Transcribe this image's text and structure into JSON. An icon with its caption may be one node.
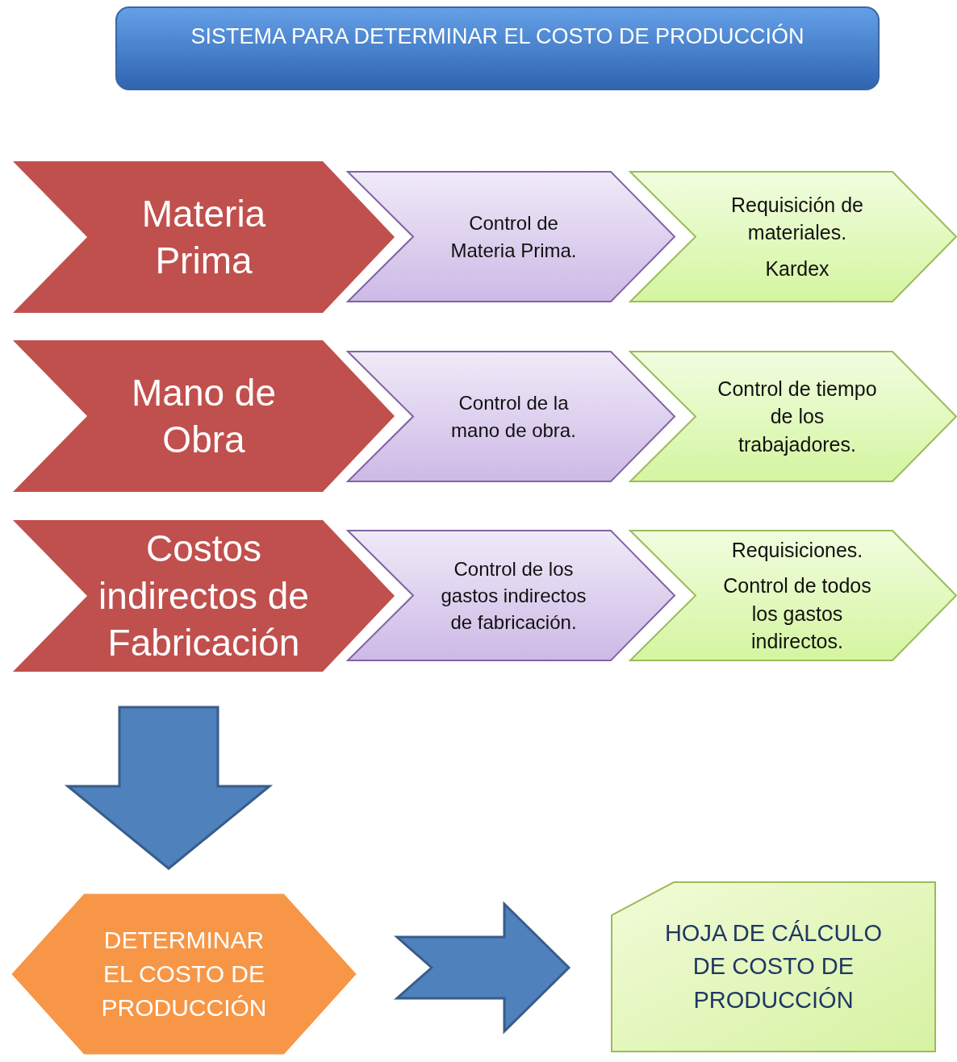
{
  "diagram": {
    "nodes": [
      {
        "text": [
          "SISTEMA PARA DETERMINAR EL COSTO DE PRODUCCIÓN"
        ]
      },
      {
        "text": [
          "Materia Prima"
        ]
      },
      {
        "text": [
          "Control de Materia Prima."
        ]
      },
      {
        "text": [
          "Requisición de materiales.",
          "Kardex"
        ]
      },
      {
        "text": [
          "Mano de Obra"
        ]
      },
      {
        "text": [
          "Control de la mano de obra."
        ]
      },
      {
        "text": [
          "Control de tiempo de los trabajadores."
        ]
      },
      {
        "text": [
          "Costos indirectos de Fabricación"
        ]
      },
      {
        "text": [
          "Control de los gastos indirectos de fabricación."
        ]
      },
      {
        "text": [
          "Requisiciones.",
          "Control de todos los gastos indirectos."
        ]
      },
      {
        "text": [
          "DETERMINAR EL COSTO DE PRODUCCIÓN"
        ]
      },
      {
        "text": [
          "HOJA DE CÁLCULO DE COSTO DE PRODUCCIÓN"
        ]
      }
    ],
    "edges": [
      {
        "from": 7,
        "to": 10,
        "arrow": "to",
        "style": "thick"
      },
      {
        "from": 10,
        "to": 11,
        "arrow": "to",
        "style": "thick"
      }
    ]
  }
}
